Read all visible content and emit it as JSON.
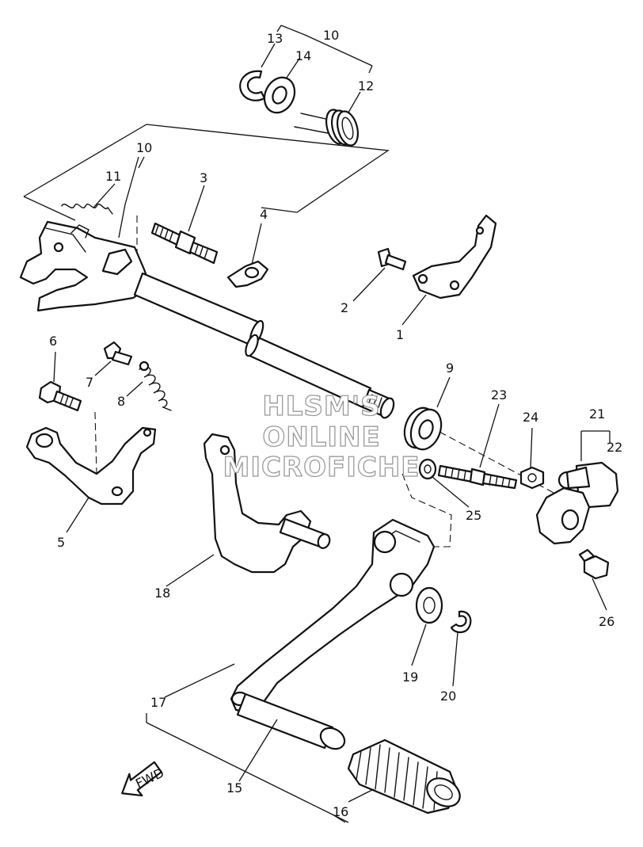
{
  "watermark": {
    "line1": "HLSM'S",
    "line2": "ONLINE",
    "line3": "MICROFICHE"
  },
  "labels": {
    "p1": "1",
    "p2": "2",
    "p3": "3",
    "p4": "4",
    "p5": "5",
    "p6": "6",
    "p7": "7",
    "p8": "8",
    "p9": "9",
    "p10a": "10",
    "p10b": "10",
    "p11": "11",
    "p12": "12",
    "p13": "13",
    "p14": "14",
    "p15": "15",
    "p16": "16",
    "p17": "17",
    "p18": "18",
    "p19": "19",
    "p20": "20",
    "p21": "21",
    "p22": "22",
    "p23": "23",
    "p24": "24",
    "p25": "25",
    "p26": "26"
  },
  "direction_arrow": "FWD"
}
